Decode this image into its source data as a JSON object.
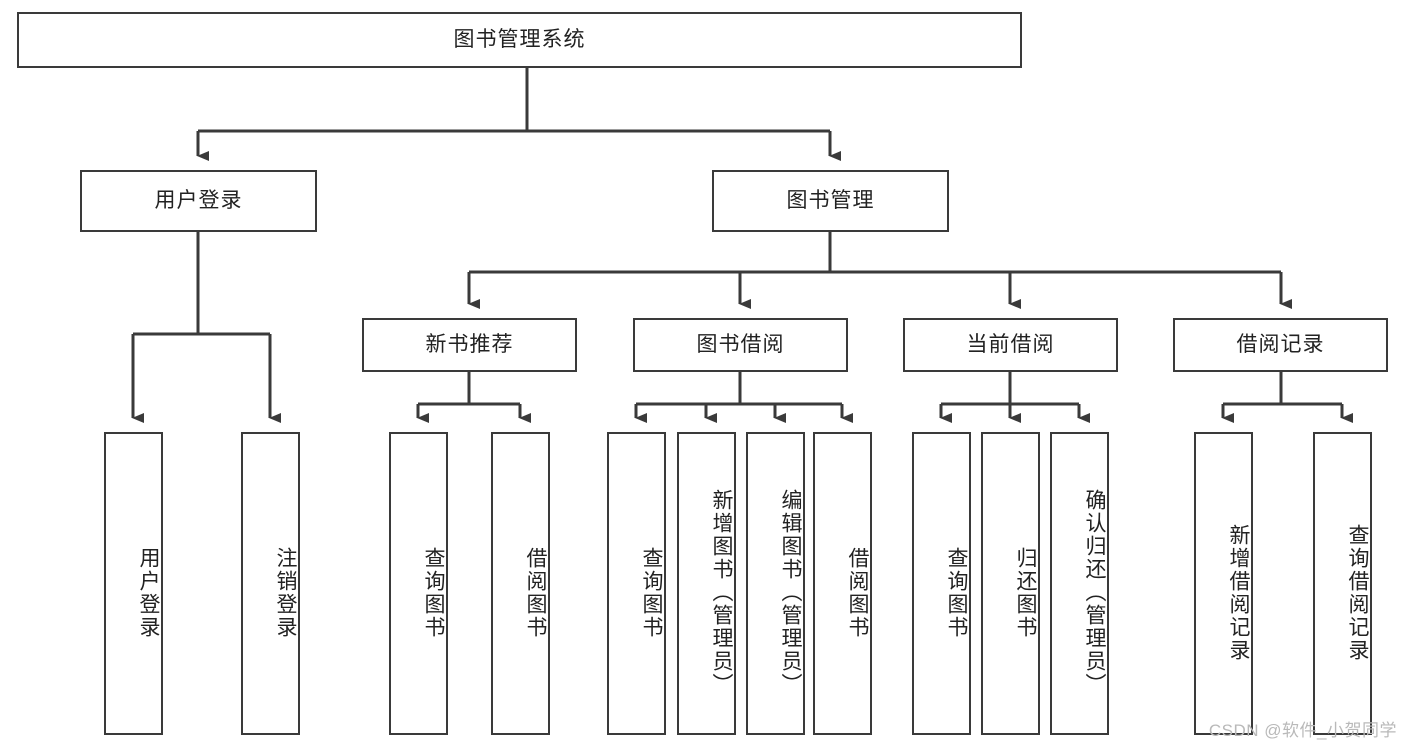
{
  "diagram": {
    "type": "tree-hierarchy-chart",
    "title": "图书管理系统",
    "root": {
      "id": "root",
      "label": "图书管理系统",
      "orientation": "horizontal"
    },
    "level2": [
      {
        "id": "user-login",
        "label": "用户登录",
        "orientation": "horizontal"
      },
      {
        "id": "book-manage",
        "label": "图书管理",
        "orientation": "horizontal"
      }
    ],
    "level3": [
      {
        "id": "new-book-recommend",
        "label": "新书推荐",
        "orientation": "horizontal"
      },
      {
        "id": "book-borrow",
        "label": "图书借阅",
        "orientation": "horizontal"
      },
      {
        "id": "current-borrow",
        "label": "当前借阅",
        "orientation": "horizontal"
      },
      {
        "id": "borrow-record",
        "label": "借阅记录",
        "orientation": "horizontal"
      }
    ],
    "leaves": [
      {
        "id": "leaf-user-login",
        "label": "用户登录",
        "parent": "user-login"
      },
      {
        "id": "leaf-logout-login",
        "label": "注销登录",
        "parent": "user-login"
      },
      {
        "id": "leaf-query-book-1",
        "label": "查询图书",
        "parent": "new-book-recommend"
      },
      {
        "id": "leaf-borrow-book-1",
        "label": "借阅图书",
        "parent": "new-book-recommend"
      },
      {
        "id": "leaf-query-book-2",
        "label": "查询图书",
        "parent": "book-borrow"
      },
      {
        "id": "leaf-add-book",
        "label": "新增图书（管理员）",
        "parent": "book-borrow"
      },
      {
        "id": "leaf-edit-book",
        "label": "编辑图书（管理员）",
        "parent": "book-borrow"
      },
      {
        "id": "leaf-borrow-book-2",
        "label": "借阅图书",
        "parent": "book-borrow"
      },
      {
        "id": "leaf-query-book-3",
        "label": "查询图书",
        "parent": "current-borrow"
      },
      {
        "id": "leaf-return-book",
        "label": "归还图书",
        "parent": "current-borrow"
      },
      {
        "id": "leaf-confirm-return",
        "label": "确认归还（管理员）",
        "parent": "current-borrow"
      },
      {
        "id": "leaf-add-record",
        "label": "新增借阅记录",
        "parent": "borrow-record"
      },
      {
        "id": "leaf-query-record",
        "label": "查询借阅记录",
        "parent": "borrow-record"
      }
    ],
    "colors": {
      "stroke": "#3a3a3a",
      "fill": "#ffffff",
      "text": "#222222",
      "watermark": "#b9b9b9"
    }
  },
  "watermark": {
    "text": "CSDN @软件_小贺同学"
  }
}
